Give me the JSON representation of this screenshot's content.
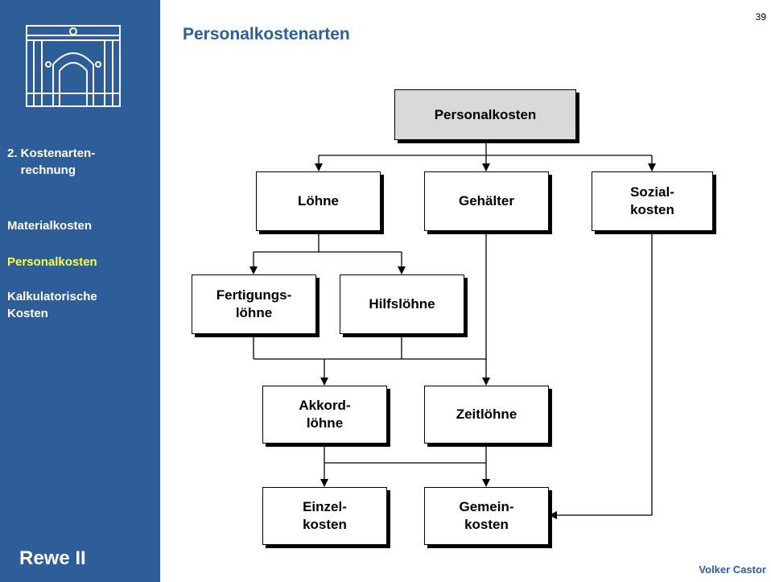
{
  "sidebar": {
    "logo_icon": "building-facade-logo",
    "items": [
      {
        "label": "2. Kostenarten-\n    rechnung",
        "active": false
      },
      {
        "label": "Materialkosten",
        "active": false
      },
      {
        "label": "Personalkosten",
        "active": true
      },
      {
        "label": "Kalkulatorische\nKosten",
        "active": false
      }
    ],
    "footer": "Rewe II"
  },
  "header": {
    "title": "Personalkostenarten",
    "page_number": "39"
  },
  "footer": {
    "author": "Volker Castor"
  },
  "diagram": {
    "nodes": {
      "personalkosten": "Personalkosten",
      "loehne": "Löhne",
      "gehaelter": "Gehälter",
      "sozialkosten": "Sozial-\nkosten",
      "fertigungsloehne": "Fertigungs-\nlöhne",
      "hilfsloehne": "Hilfslöhne",
      "akkordloehne": "Akkord-\nlöhne",
      "zeitloehne": "Zeitlöhne",
      "einzelkosten": "Einzel-\nkosten",
      "gemeinkosten": "Gemein-\nkosten"
    }
  },
  "colors": {
    "sidebar_bg": "#2e5e9a",
    "title": "#2e5e9a",
    "active_nav": "#ffff40",
    "root_box": "#d9d9d9"
  }
}
